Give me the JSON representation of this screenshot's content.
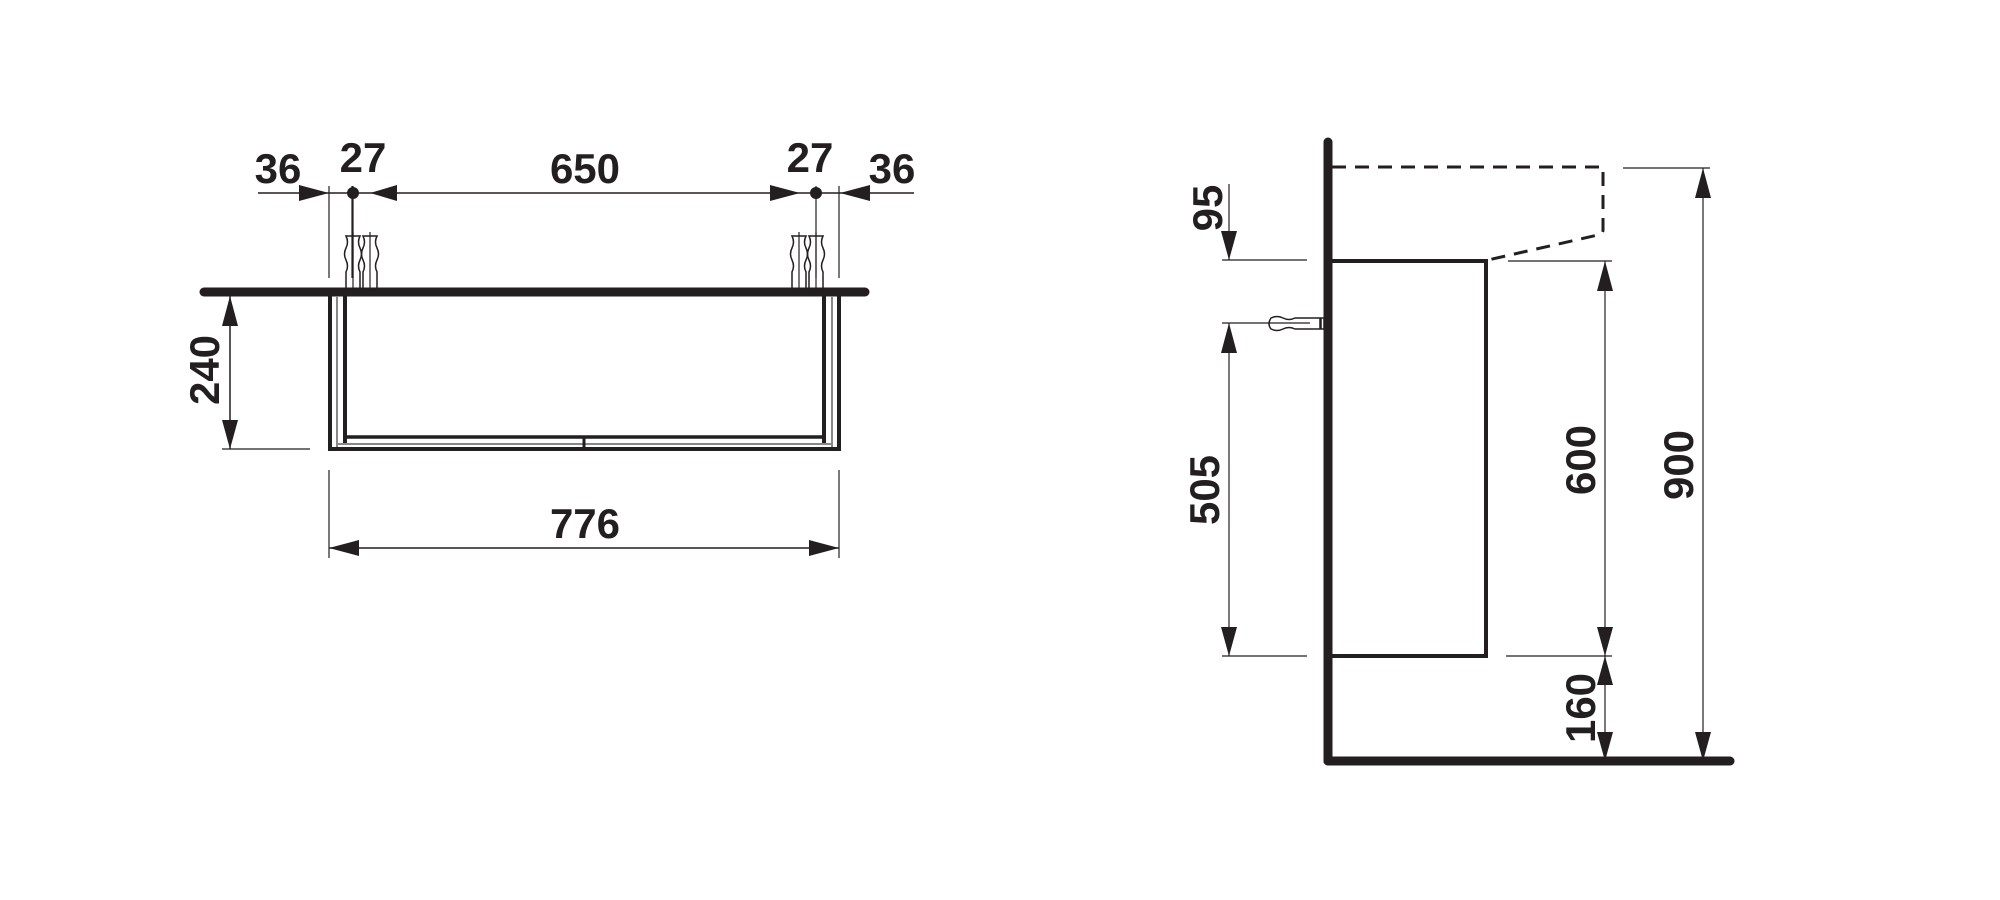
{
  "colors": {
    "ink": "#231f20",
    "background": "#ffffff"
  },
  "front_view": {
    "labels": {
      "left_edge": "36",
      "left_anchor": "27",
      "anchor_spacing": "650",
      "right_anchor": "27",
      "right_edge": "36",
      "height": "240",
      "width": "776"
    }
  },
  "side_view": {
    "labels": {
      "top_offset": "95",
      "anchor_height": "505",
      "cabinet_height": "600",
      "floor_clearance": "160",
      "total_height": "900"
    }
  }
}
